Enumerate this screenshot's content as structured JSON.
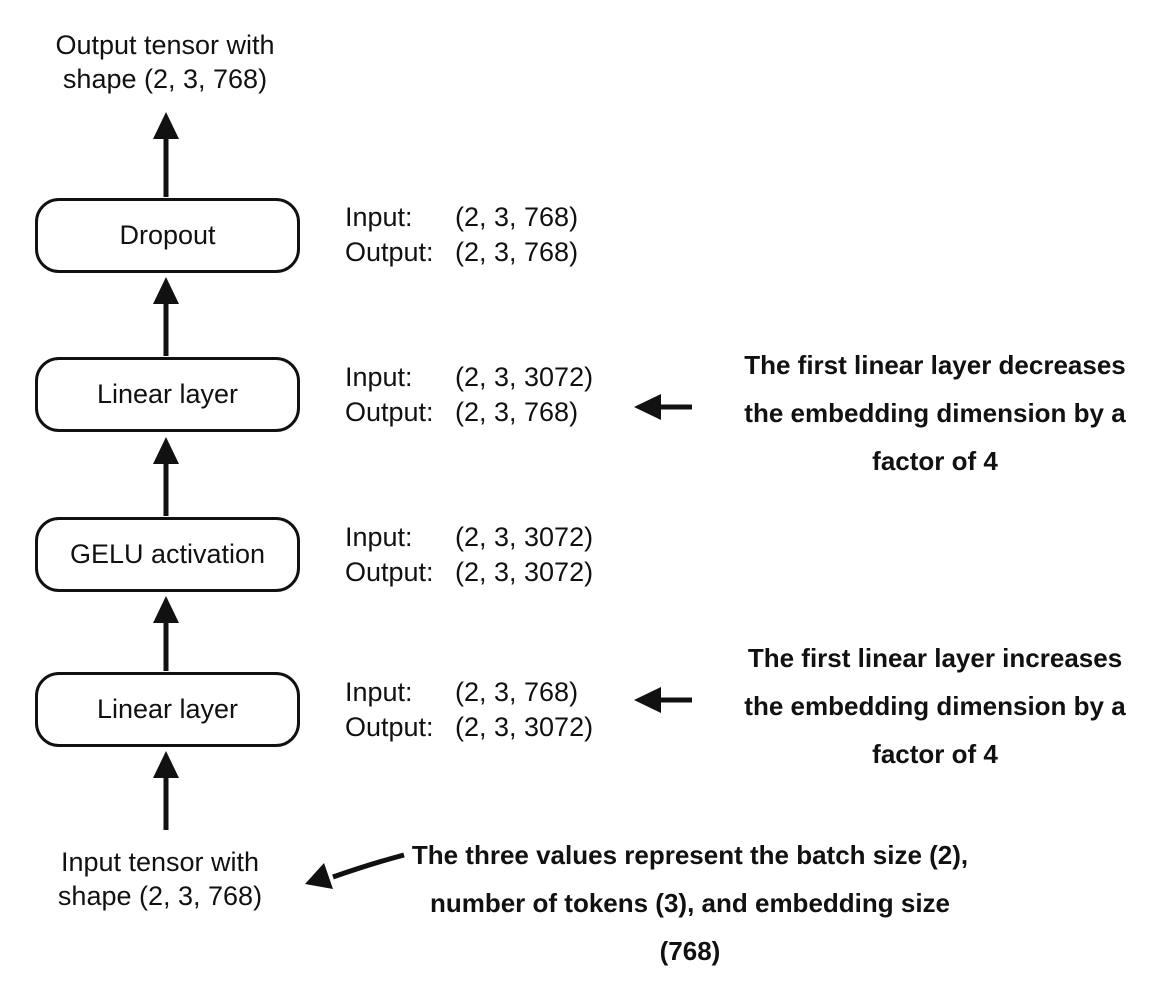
{
  "colors": {
    "ink": "#111111",
    "background": "#ffffff"
  },
  "top_label": "Output tensor with\nshape (2, 3, 768)",
  "bottom_label": "Input tensor with\nshape (2, 3, 768)",
  "layers": [
    {
      "name": "Dropout",
      "io": {
        "input_label": "Input:",
        "input_shape": "(2, 3, 768)",
        "output_label": "Output:",
        "output_shape": "(2, 3, 768)"
      }
    },
    {
      "name": "Linear layer",
      "io": {
        "input_label": "Input:",
        "input_shape": "(2, 3, 3072)",
        "output_label": "Output:",
        "output_shape": "(2, 3, 768)"
      }
    },
    {
      "name": "GELU activation",
      "io": {
        "input_label": "Input:",
        "input_shape": "(2, 3, 3072)",
        "output_label": "Output:",
        "output_shape": "(2, 3, 3072)"
      }
    },
    {
      "name": "Linear layer",
      "io": {
        "input_label": "Input:",
        "input_shape": "(2, 3, 768)",
        "output_label": "Output:",
        "output_shape": "(2, 3, 3072)"
      }
    }
  ],
  "annotations": [
    {
      "text": "The first linear layer decreases\nthe embedding dimension by a\nfactor of 4"
    },
    {
      "text": "The first linear layer increases\nthe embedding dimension by a\nfactor of 4"
    },
    {
      "text": "The three values represent the batch size (2),\nnumber of tokens (3), and embedding size\n(768)"
    }
  ]
}
